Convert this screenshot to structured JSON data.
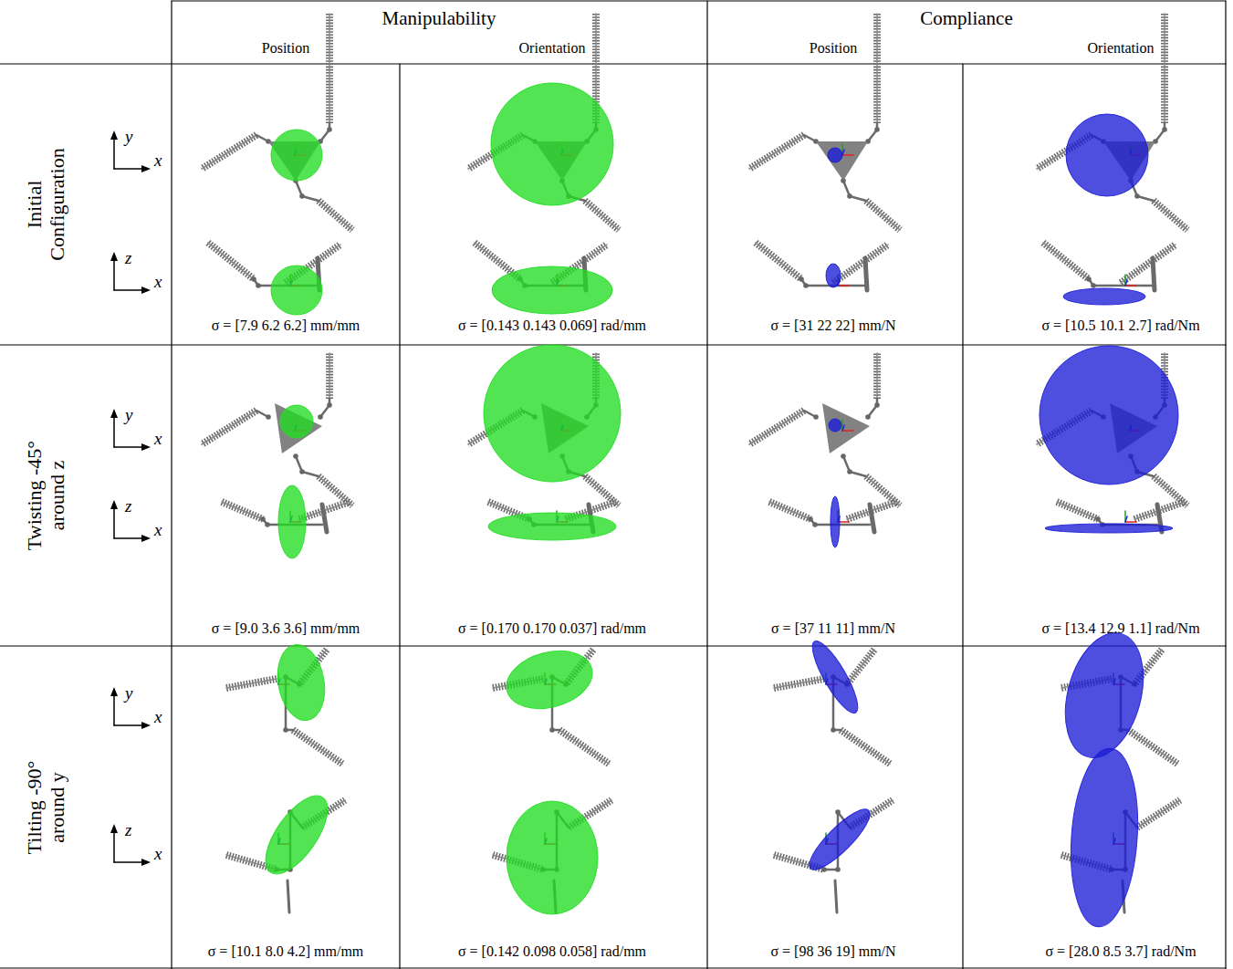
{
  "diagram": {
    "labels": [
      "Manipulability",
      "Compliance",
      "Position",
      "Orientation",
      "Position",
      "Orientation",
      "Initial Configuration",
      "y",
      "x",
      "z",
      "x",
      "σ = [7.9 6.2 6.2] mm/mm",
      "σ = [0.143 0.143 0.069] rad/mm",
      "σ = [31 22 22] mm/N",
      "σ = [10.5 10.1 2.7] rad/Nm",
      "Twisting -45° around z",
      "y",
      "x",
      "z",
      "x",
      "σ = [9.0 3.6 3.6] mm/mm",
      "σ = [0.170 0.170 0.037] rad/mm",
      "σ = [37 11 11] mm/N",
      "σ = [13.4 12.9 1.1] rad/Nm",
      "Tilting -90° around y",
      "y",
      "x",
      "z",
      "x",
      "σ = [10.1 8.0 4.2] mm/mm",
      "σ = [0.142 0.098 0.058] rad/mm",
      "σ = [98 36 19] mm/N",
      "σ = [28.0 8.5 3.7] rad/Nm"
    ]
  }
}
